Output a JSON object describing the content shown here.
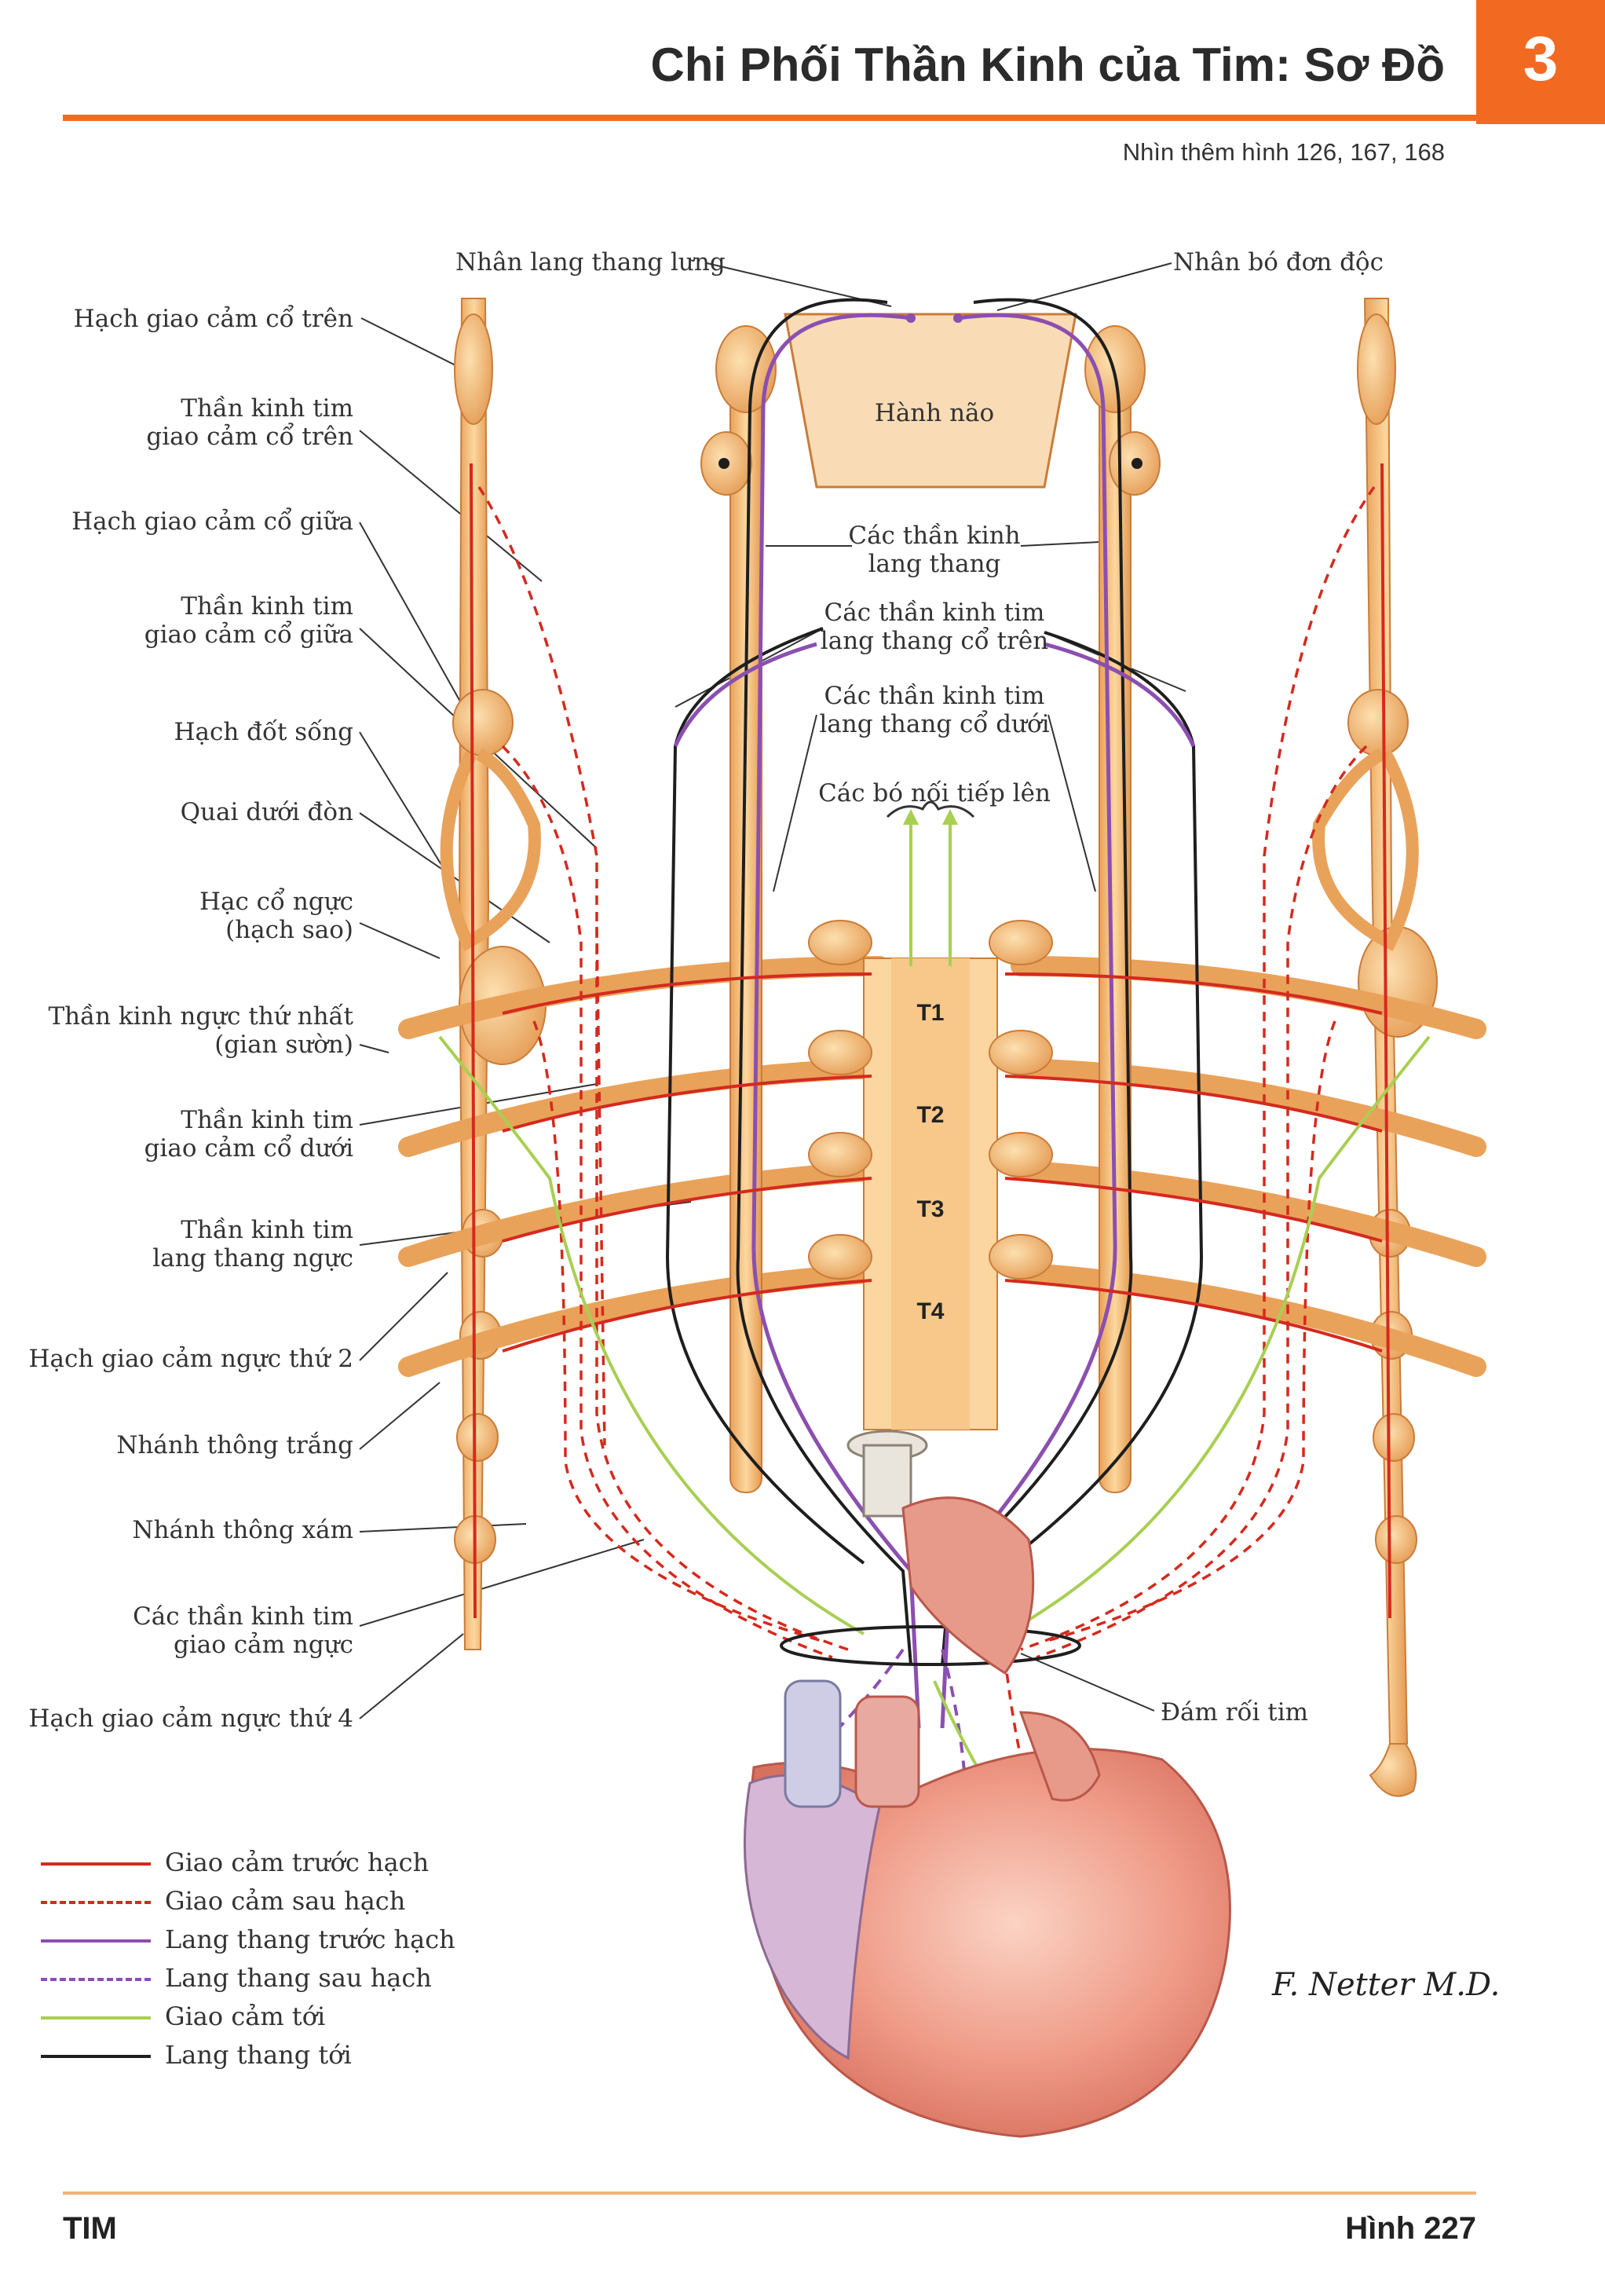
{
  "header": {
    "title": "Chi Phối Thần Kinh của Tim: Sơ Đồ",
    "chapter_number": "3",
    "see_also": "Nhìn thêm hình 126, 167, 168",
    "accent_color": "#f26a22"
  },
  "labels": {
    "left": [
      "Hạch giao cảm cổ trên",
      "Thần kinh tim\ngiao cảm cổ trên",
      "Hạch giao cảm cổ giữa",
      "Thần kinh tim\ngiao cảm cổ giữa",
      "Hạch đốt sống",
      "Quai dưới đòn",
      "Hạc cổ ngực\n(hạch sao)",
      "Thần kinh ngực thứ nhất\n(gian sườn)",
      "Thần kinh tim\ngiao cảm cổ dưới",
      "Thần kinh tim\nlang thang ngực",
      "Hạch giao cảm ngực thứ 2",
      "Nhánh thông trắng",
      "Nhánh thông xám",
      "Các thần kinh tim\ngiao cảm ngực",
      "Hạch giao cảm ngực thứ 4"
    ],
    "top_left": "Nhân lang thang lưng",
    "top_right": "Nhân bó đơn độc",
    "medulla": "Hành não",
    "vagus": "Các thần kinh\nlang thang",
    "sup_vagal_cardiac": "Các thần kinh tim\nlang thang cổ trên",
    "inf_vagal_cardiac": "Các thần kinh tim\nlang thang cổ dưới",
    "ascending": "Các bó nối tiếp lên",
    "plexus": "Đám rối tim",
    "vertebrae": [
      "T1",
      "T2",
      "T3",
      "T4"
    ],
    "signature": "F. Netter M.D."
  },
  "legend": [
    {
      "label": "Giao cảm trước hạch",
      "color": "#d42a1e",
      "style": "solid"
    },
    {
      "label": "Giao cảm sau hạch",
      "color": "#d42a1e",
      "style": "dashed"
    },
    {
      "label": "Lang thang trước hạch",
      "color": "#8b4fb0",
      "style": "solid"
    },
    {
      "label": "Lang thang sau hạch",
      "color": "#8b4fb0",
      "style": "dashed"
    },
    {
      "label": "Giao cảm tới",
      "color": "#a8cf52",
      "style": "solid"
    },
    {
      "label": "Lang thang tới",
      "color": "#1e1e1e",
      "style": "solid"
    }
  ],
  "footer": {
    "section": "TIM",
    "figure": "Hình 227"
  }
}
